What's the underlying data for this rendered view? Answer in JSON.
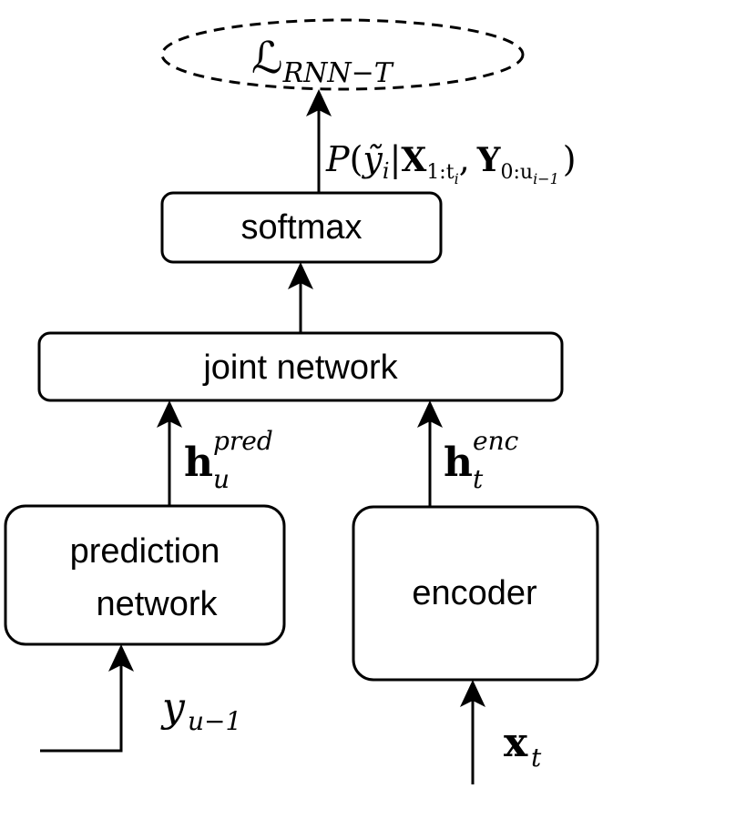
{
  "nodes": {
    "loss": {
      "symbol": "ℒ",
      "subscript": "RNN−T"
    },
    "softmax": {
      "label": "softmax"
    },
    "joint": {
      "label": "joint network"
    },
    "prediction": {
      "line1": "prediction",
      "line2": "network"
    },
    "encoder": {
      "label": "encoder"
    }
  },
  "edges": {
    "softmax_to_loss": {
      "p": "P",
      "open": "(",
      "y_tilde": "ỹ",
      "i": "i",
      "bar": "|",
      "X": "X",
      "x_sub": "1:t",
      "x_subsub": "i",
      "comma": ",",
      "Y": "Y",
      "y_sub": "0:u",
      "y_subsub": "i−1",
      "close": ")"
    },
    "pred_to_joint": {
      "base": "h",
      "sub": "u",
      "sup": "pred"
    },
    "enc_to_joint": {
      "base": "h",
      "sub": "t",
      "sup": "enc"
    },
    "input_pred": {
      "base": "y",
      "sub": "u−1"
    },
    "input_enc": {
      "base": "x",
      "sub": "t"
    }
  }
}
